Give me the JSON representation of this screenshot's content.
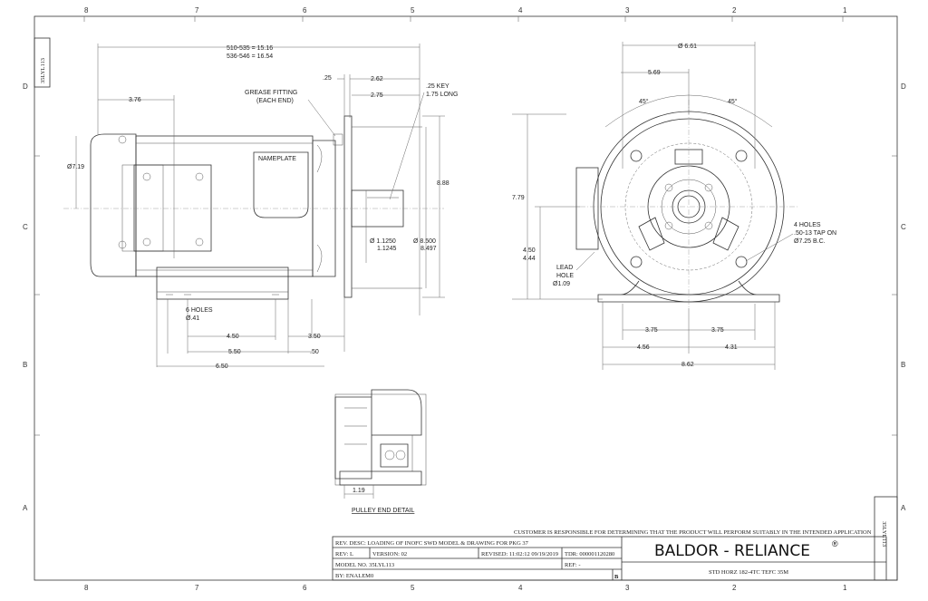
{
  "frame": {
    "columns": [
      "8",
      "7",
      "6",
      "5",
      "4",
      "3",
      "2",
      "1"
    ],
    "rows": [
      "D",
      "C",
      "B",
      "A"
    ],
    "side_code": "35LYL113"
  },
  "side_view": {
    "overall_1": "510-535 = 15.16",
    "overall_2": "536-546 = 16.54",
    "dim_376": "3.76",
    "dim_25": ".25",
    "dim_262": "2.62",
    "dim_275": "2.75",
    "key_1": ".25 KEY",
    "key_2": "1.75 LONG",
    "grease_1": "GREASE FITTING",
    "grease_2": "(EACH END)",
    "nameplate": "NAMEPLATE",
    "dia_719": "Ø7.19",
    "shaft_1": "Ø 1.1250",
    "shaft_2": "1.1245",
    "pilot_1": "Ø 8.500",
    "pilot_2": "8.497",
    "dim_888": "8.88",
    "holes_1": "6 HOLES",
    "holes_2": "Ø.41",
    "dim_450": "4.50",
    "dim_350": "3.50",
    "dim_550": "5.50",
    "dim_50": ".50",
    "dim_650": "6.50"
  },
  "end_view": {
    "dia_661": "Ø 6.61",
    "dim_569": "5.69",
    "angle_left": "45°",
    "angle_right": "45°",
    "dim_779": "7.79",
    "dim_450": "4.50",
    "dim_444": "4.44",
    "lead_1": "LEAD",
    "lead_2": "HOLE",
    "lead_3": "Ø1.09",
    "holes_1": "4 HOLES",
    "holes_2": ".50-13 TAP ON",
    "holes_3": "Ø7.25 B.C.",
    "dim_375a": "3.75",
    "dim_375b": "3.75",
    "dim_456": "4.56",
    "dim_431": "4.31",
    "dim_862": "8.62"
  },
  "detail": {
    "dim_119": "1.19",
    "title": "PULLEY END DETAIL"
  },
  "title_block": {
    "disclaimer": "CUSTOMER IS RESPONSIBLE FOR DETERMINING THAT THE PRODUCT WILL PERFORM SUITABLY IN THE INTENDED APPLICATION",
    "rev_desc": "REV. DESC: LOADING OF INOFC SWD MODEL & DRAWING FOR PKG 37",
    "rev": "REV:  L",
    "version": "VERSION:  02",
    "revised": "REVISED:  11:02:12 09/19/2019",
    "tdr": "TDR: 000001120280",
    "model": "MODEL NO.   35LYL113",
    "ref": "REF:  -",
    "by": "BY: ENALEM0",
    "size": "B",
    "brand": "BALDOR - RELIANCE",
    "registered": "®",
    "description": "STD HORZ 182-4TC TEFC 35M"
  }
}
